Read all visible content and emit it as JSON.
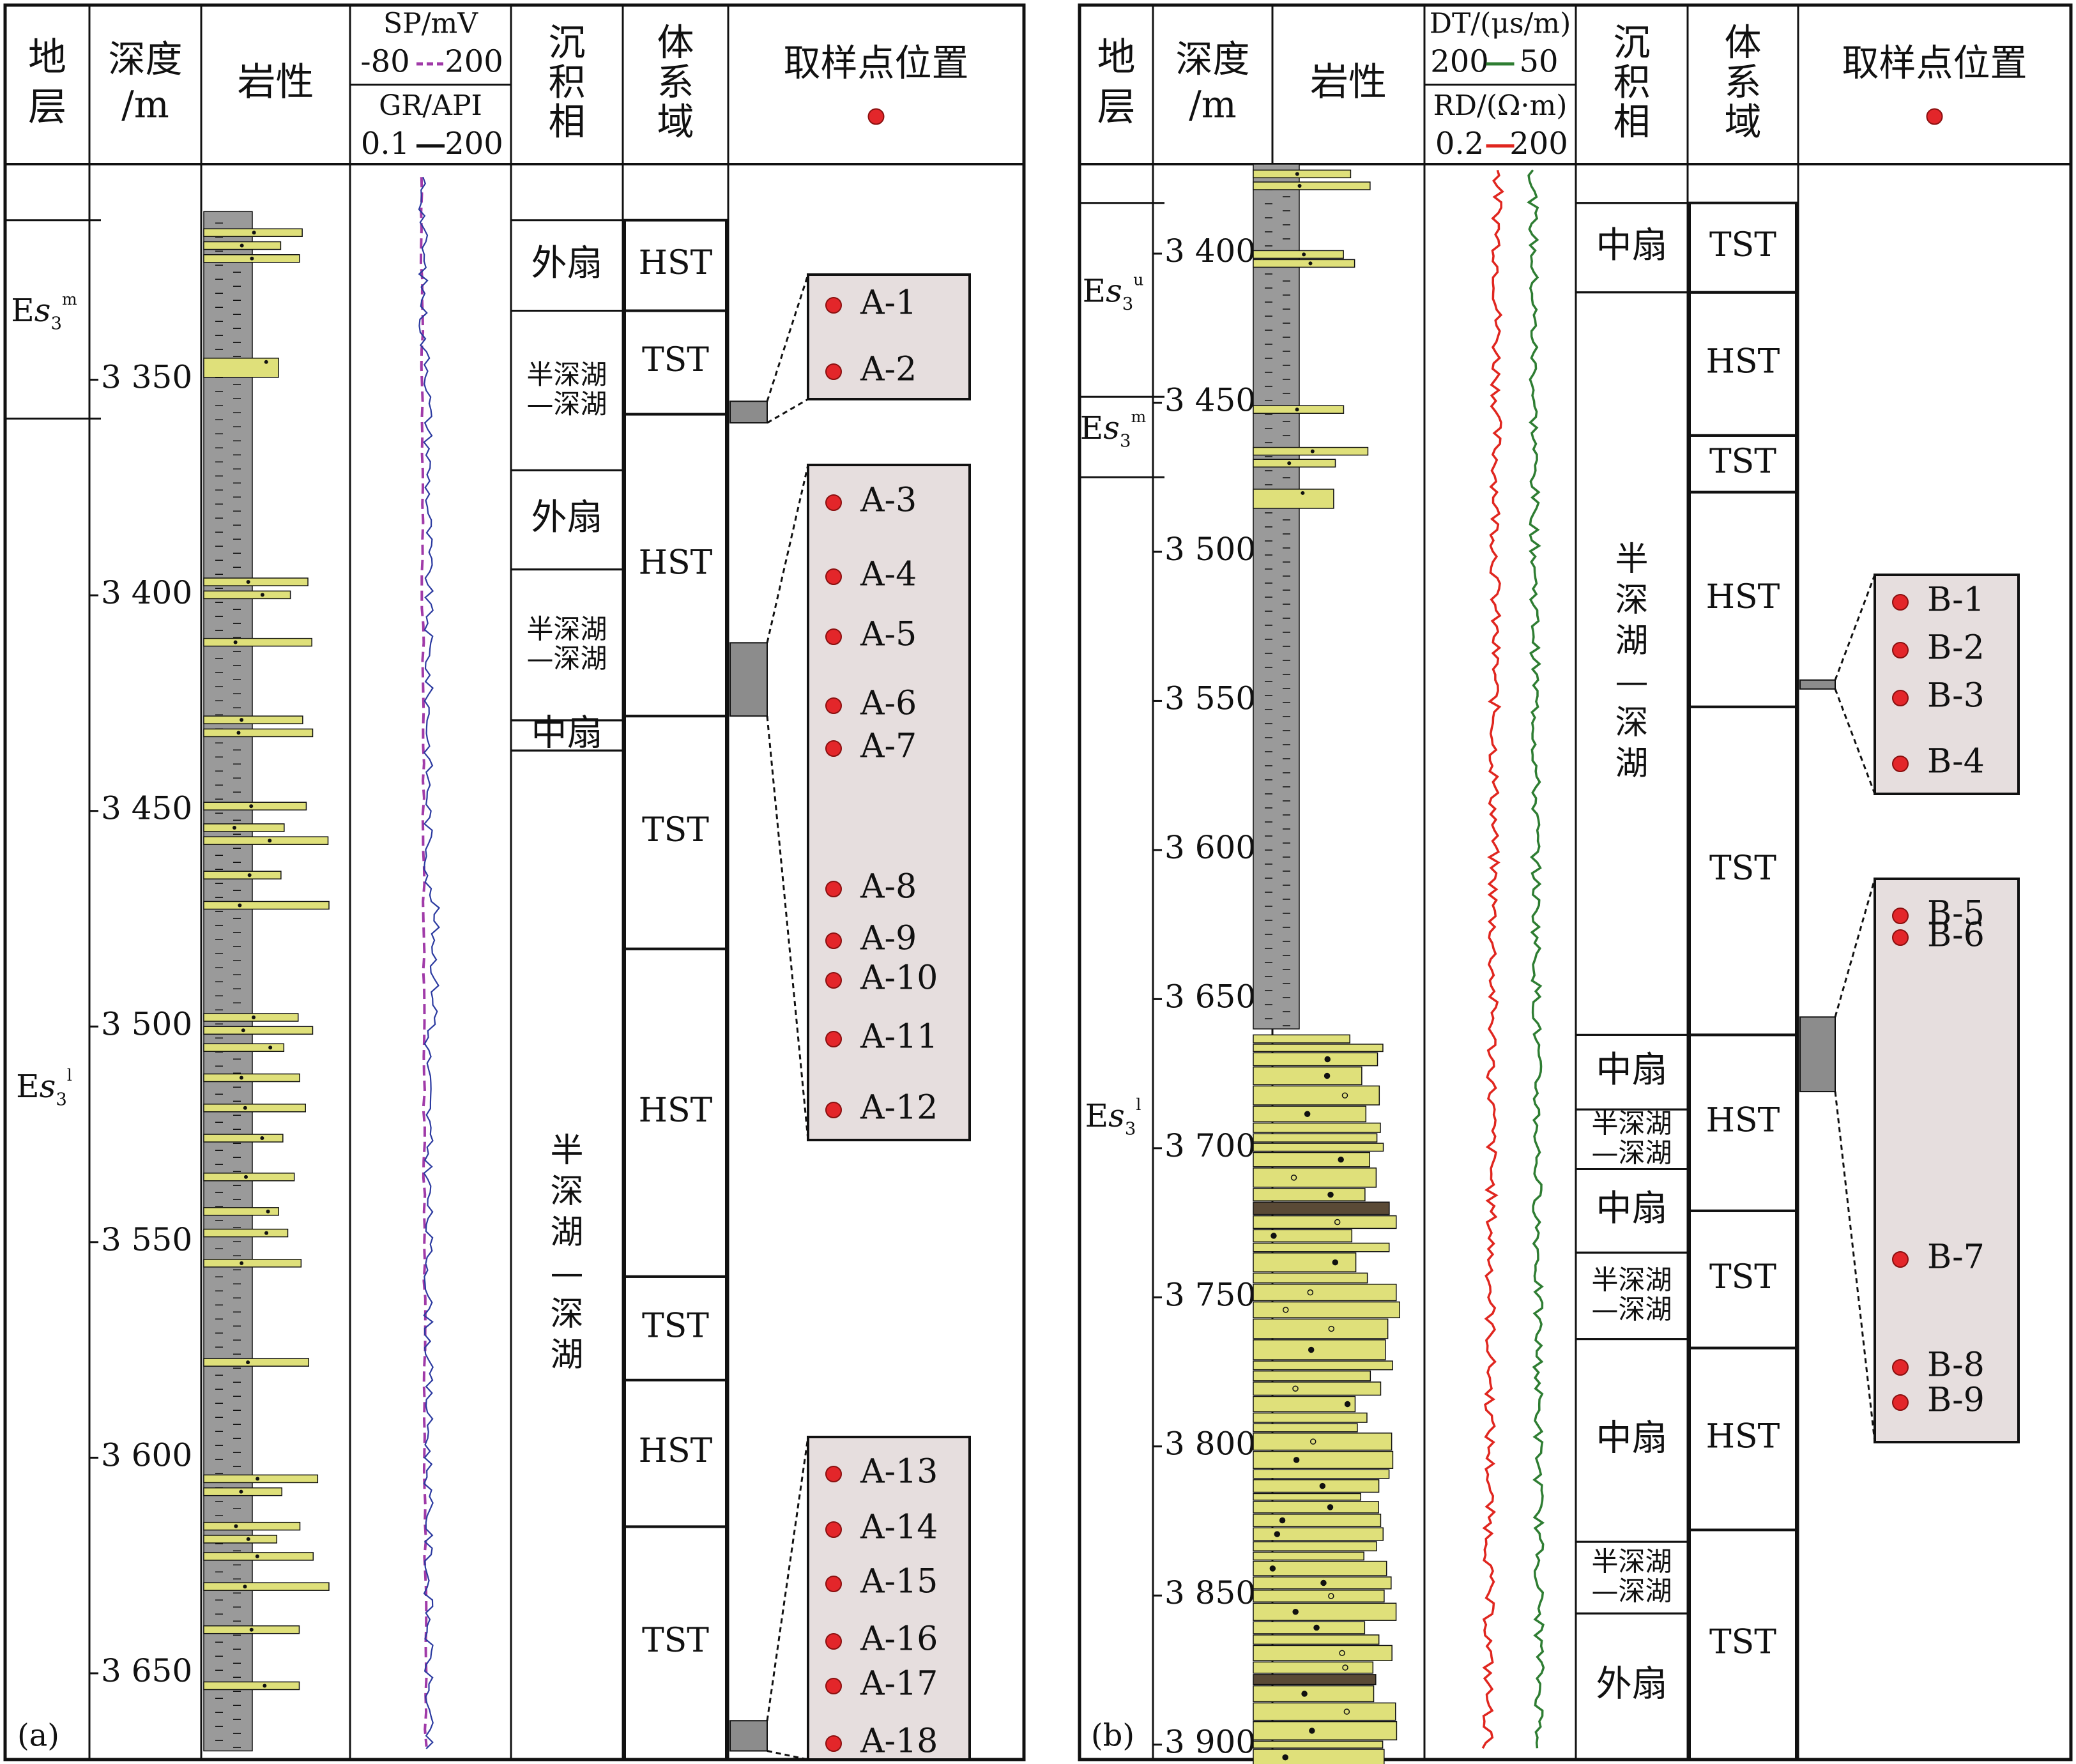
{
  "panels": [
    {
      "id": "a",
      "tag": "(a)",
      "headers": {
        "stratum": [
          "地",
          "层"
        ],
        "depth": [
          "深度",
          "/m"
        ],
        "lithology": "岩性",
        "log_top_title": "SP/mV",
        "log_top_scale": [
          "-80",
          "200"
        ],
        "log_bottom_title": "GR/API",
        "log_bottom_scale": [
          "0.1",
          "200"
        ],
        "facies": [
          "沉",
          "积",
          "相"
        ],
        "systems_tract": [
          "体",
          "系",
          "域"
        ],
        "samples": "取样点位置"
      },
      "depth_range": [
        3300,
        3670
      ],
      "depth_ticks": [
        {
          "value": 3350,
          "label": "3 350"
        },
        {
          "value": 3400,
          "label": "3 400"
        },
        {
          "value": 3450,
          "label": "3 450"
        },
        {
          "value": 3500,
          "label": "3 500"
        },
        {
          "value": 3550,
          "label": "3 550"
        },
        {
          "value": 3600,
          "label": "3 600"
        },
        {
          "value": 3650,
          "label": "3 650"
        }
      ],
      "strata": [
        {
          "from": 3300,
          "to": 3313,
          "label": ""
        },
        {
          "from": 3313,
          "to": 3359,
          "label": "Es3m"
        },
        {
          "from": 3359,
          "to": 3670,
          "label": "Es3l"
        }
      ],
      "facies": [
        {
          "from": 3313,
          "to": 3334,
          "label": "外扇",
          "bold": true
        },
        {
          "from": 3334,
          "to": 3371,
          "label": "半深湖—深湖"
        },
        {
          "from": 3371,
          "to": 3394,
          "label": "外扇"
        },
        {
          "from": 3394,
          "to": 3429,
          "label": "半深湖—深湖"
        },
        {
          "from": 3429,
          "to": 3436,
          "label": "中扇"
        },
        {
          "from": 3436,
          "to": 3670,
          "label": "半深湖—深湖"
        }
      ],
      "tracts": [
        {
          "from": 3313,
          "to": 3334,
          "label": "HST"
        },
        {
          "from": 3334,
          "to": 3358,
          "label": "TST"
        },
        {
          "from": 3358,
          "to": 3428,
          "label": "HST"
        },
        {
          "from": 3428,
          "to": 3482,
          "label": "TST"
        },
        {
          "from": 3482,
          "to": 3558,
          "label": "HST"
        },
        {
          "from": 3558,
          "to": 3582,
          "label": "TST"
        },
        {
          "from": 3582,
          "to": 3616,
          "label": "HST"
        },
        {
          "from": 3616,
          "to": 3670,
          "label": "TST"
        }
      ],
      "sample_groups": [
        {
          "depth_from": 3355,
          "depth_to": 3360,
          "samples": [
            "A-1",
            "A-2"
          ]
        },
        {
          "depth_from": 3411,
          "depth_to": 3428,
          "samples": [
            "A-3",
            "A-4",
            "A-5",
            "A-6",
            "A-7",
            "A-8",
            "A-9",
            "A-10",
            "A-11",
            "A-12"
          ]
        },
        {
          "depth_from": 3661,
          "depth_to": 3668,
          "samples": [
            "A-13",
            "A-14",
            "A-15",
            "A-16",
            "A-17",
            "A-18"
          ]
        }
      ]
    },
    {
      "id": "b",
      "tag": "(b)",
      "headers": {
        "stratum": [
          "地",
          "层"
        ],
        "depth": [
          "深度",
          "/m"
        ],
        "lithology": "岩性",
        "log_top_title": "DT/(μs/m)",
        "log_top_scale": [
          "200",
          "50"
        ],
        "log_bottom_title": "RD/(Ω·m)",
        "log_bottom_scale": [
          "0.2",
          "200"
        ],
        "facies": [
          "沉",
          "积",
          "相"
        ],
        "systems_tract": [
          "体",
          "系",
          "域"
        ],
        "samples": "取样点位置"
      },
      "depth_range": [
        3370,
        3905
      ],
      "depth_ticks": [
        {
          "value": 3400,
          "label": "3 400"
        },
        {
          "value": 3450,
          "label": "3 450"
        },
        {
          "value": 3500,
          "label": "3 500"
        },
        {
          "value": 3550,
          "label": "3 550"
        },
        {
          "value": 3600,
          "label": "3 600"
        },
        {
          "value": 3650,
          "label": "3 650"
        },
        {
          "value": 3700,
          "label": "3 700"
        },
        {
          "value": 3750,
          "label": "3 750"
        },
        {
          "value": 3800,
          "label": "3 800"
        },
        {
          "value": 3850,
          "label": "3 850"
        },
        {
          "value": 3900,
          "label": "3 900"
        }
      ],
      "strata": [
        {
          "from": 3370,
          "to": 3383,
          "label": ""
        },
        {
          "from": 3383,
          "to": 3448,
          "label": "Es3u"
        },
        {
          "from": 3448,
          "to": 3475,
          "label": "Es3m"
        },
        {
          "from": 3475,
          "to": 3905,
          "label": "Es3l"
        }
      ],
      "facies": [
        {
          "from": 3370,
          "to": 3383,
          "label": ""
        },
        {
          "from": 3383,
          "to": 3413,
          "label": "中扇"
        },
        {
          "from": 3413,
          "to": 3662,
          "label": "半深湖—深湖"
        },
        {
          "from": 3662,
          "to": 3687,
          "label": "中扇"
        },
        {
          "from": 3687,
          "to": 3707,
          "label": "半深湖—深湖"
        },
        {
          "from": 3707,
          "to": 3735,
          "label": "中扇"
        },
        {
          "from": 3735,
          "to": 3764,
          "label": "半深湖—深湖"
        },
        {
          "from": 3764,
          "to": 3832,
          "label": "中扇"
        },
        {
          "from": 3832,
          "to": 3856,
          "label": "半深湖—深湖"
        },
        {
          "from": 3856,
          "to": 3905,
          "label": "外扇"
        }
      ],
      "tracts": [
        {
          "from": 3383,
          "to": 3413,
          "label": "TST"
        },
        {
          "from": 3413,
          "to": 3461,
          "label": "HST"
        },
        {
          "from": 3461,
          "to": 3480,
          "label": "TST"
        },
        {
          "from": 3480,
          "to": 3552,
          "label": "HST"
        },
        {
          "from": 3552,
          "to": 3662,
          "label": "TST"
        },
        {
          "from": 3662,
          "to": 3721,
          "label": "HST"
        },
        {
          "from": 3721,
          "to": 3767,
          "label": "TST"
        },
        {
          "from": 3767,
          "to": 3828,
          "label": "HST"
        },
        {
          "from": 3828,
          "to": 3905,
          "label": "TST"
        }
      ],
      "sample_groups": [
        {
          "depth_from": 3543,
          "depth_to": 3546,
          "samples": [
            "B-1",
            "B-2",
            "B-3",
            "B-4"
          ]
        },
        {
          "depth_from": 3656,
          "depth_to": 3681,
          "samples": [
            "B-5",
            "B-6",
            "B-7",
            "B-8",
            "B-9"
          ]
        }
      ]
    }
  ]
}
